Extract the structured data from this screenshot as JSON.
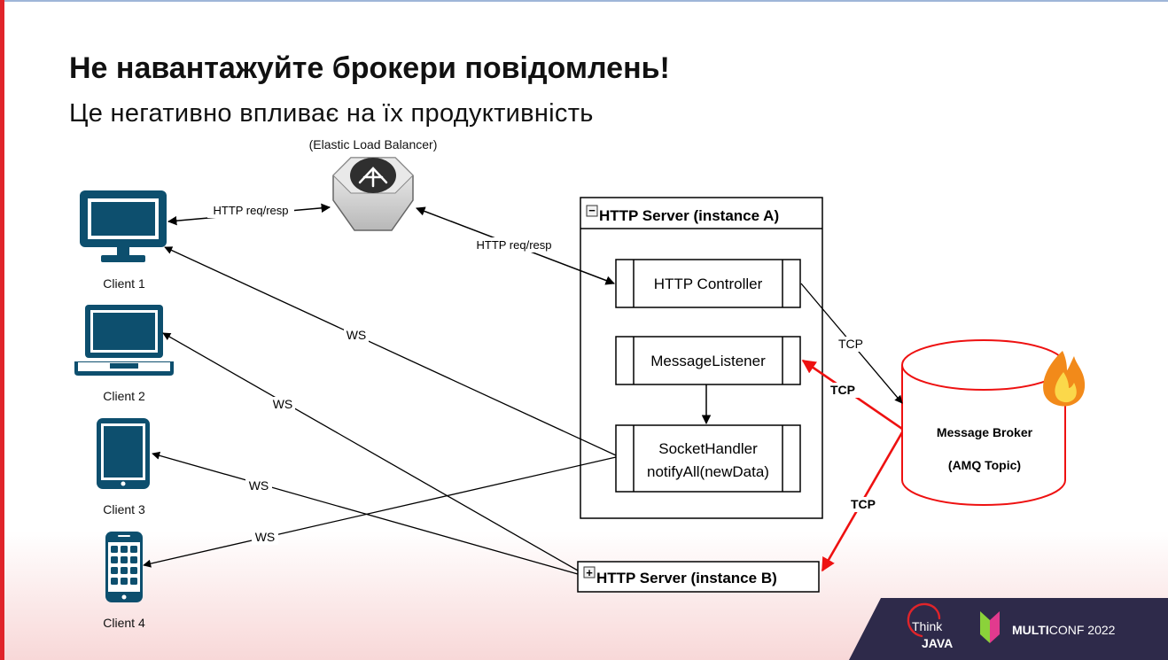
{
  "slide": {
    "title": "Не навантажуйте брокери повідомлень!",
    "subtitle": "Це негативно впливає на їх продуктивність"
  },
  "diagram": {
    "elb_label": "(Elastic Load Balancer)",
    "clients": [
      {
        "label": "Client 1",
        "icon": "desktop-monitor-icon"
      },
      {
        "label": "Client 2",
        "icon": "laptop-icon"
      },
      {
        "label": "Client 3",
        "icon": "tablet-icon"
      },
      {
        "label": "Client 4",
        "icon": "smartphone-icon"
      }
    ],
    "http_label_1": "HTTP req/resp",
    "http_label_2": "HTTP req/resp",
    "ws_label": "WS",
    "tcp_label": "TCP",
    "server_a": {
      "title": "HTTP Server (instance A)",
      "collapse_glyph": "−",
      "components": {
        "controller": "HTTP Controller",
        "listener": "MessageListener",
        "handler_line1": "SocketHandler",
        "handler_line2": "notifyAll(newData)"
      }
    },
    "server_b": {
      "title": "HTTP Server (instance B)",
      "expand_glyph": "+"
    },
    "broker": {
      "line1": "Message Broker",
      "line2": "(AMQ Topic)",
      "icon": "fire-icon"
    },
    "colors": {
      "icon": "#0d4f6e",
      "alert": "#ee1111"
    }
  },
  "footer": {
    "think": "Think",
    "java": "JAVA",
    "multi": "MULTI",
    "conf": "CONF 2022"
  }
}
